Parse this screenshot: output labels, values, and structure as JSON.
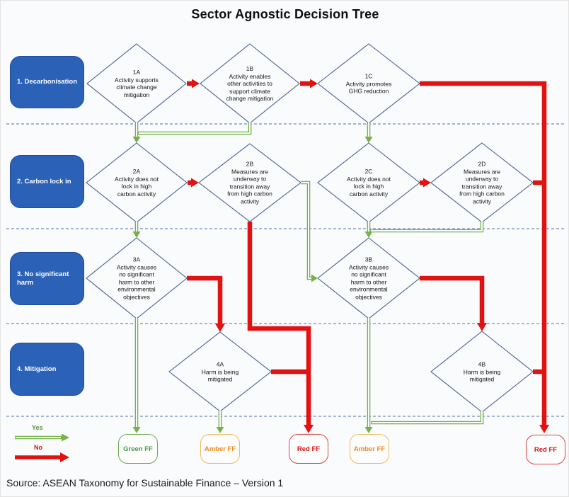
{
  "title": "Sector Agnostic Decision Tree",
  "source_line": "Source: ASEAN Taxonomy for Sustainable Finance – Version 1",
  "legend": {
    "yes_label": "Yes",
    "no_label": "No"
  },
  "stages": [
    {
      "label": "1. Decarbonisation"
    },
    {
      "label": "2. Carbon lock in"
    },
    {
      "label": "3. No significant harm"
    },
    {
      "label": "4. Mitigation"
    }
  ],
  "nodes": {
    "n1a": {
      "code": "1A",
      "text": "Activity supports climate change mitigation"
    },
    "n1b": {
      "code": "1B",
      "text": "Activity enables other activities to support climate change mitigation"
    },
    "n1c": {
      "code": "1C",
      "text": "Activity promotes GHG reduction"
    },
    "n2a": {
      "code": "2A",
      "text": "Activity does not lock in high carbon activity"
    },
    "n2b": {
      "code": "2B",
      "text": "Measures are underway to transition away from high carbon activity"
    },
    "n2c": {
      "code": "2C",
      "text": "Activity does not lock in high carbon activity"
    },
    "n2d": {
      "code": "2D",
      "text": "Measures are underway to transition away from high carbon activity"
    },
    "n3a": {
      "code": "3A",
      "text": "Activity causes no significant harm to other environmental objectives"
    },
    "n3b": {
      "code": "3B",
      "text": "Activity causes no significant harm to other environmental objectives"
    },
    "n4a": {
      "code": "4A",
      "text": "Harm is being mitigated"
    },
    "n4b": {
      "code": "4B",
      "text": "Harm is being mitigated"
    }
  },
  "outcomes": [
    {
      "label": "Green FF",
      "type": "green"
    },
    {
      "label": "Amber FF",
      "type": "amber"
    },
    {
      "label": "Red FF",
      "type": "red"
    },
    {
      "label": "Amber FF",
      "type": "amber"
    },
    {
      "label": "Red FF",
      "type": "red"
    }
  ],
  "colors": {
    "yes_green": "#76b14b",
    "no_red": "#e11212",
    "stage_blue": "#2b62b8",
    "diamond_stroke": "#4a5f94",
    "divider_blue": "#8aa0c4",
    "green_ff": "#3f9e46",
    "amber_ff": "#ea8c21",
    "red_ff": "#e01010"
  }
}
